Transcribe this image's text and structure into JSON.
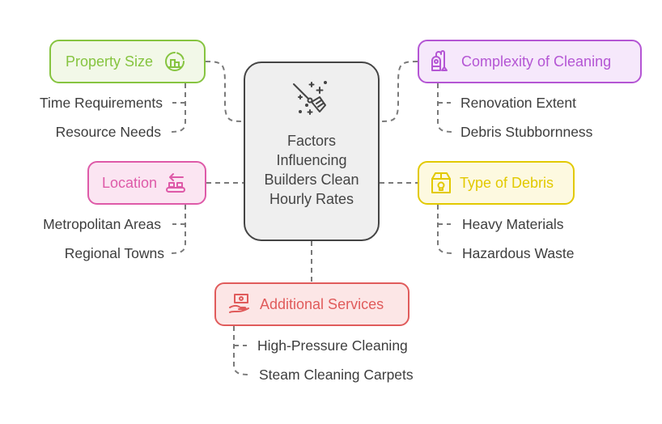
{
  "center": {
    "title": "Factors Influencing Builders Clean Hourly Rates",
    "icon": "broom-sparkles-icon"
  },
  "factors": [
    {
      "id": "property-size",
      "label": "Property Size",
      "icon": "pie-chart-building-icon",
      "color": "#86c440",
      "fill": "#f2f8e8",
      "items": [
        "Time Requirements",
        "Resource Needs"
      ]
    },
    {
      "id": "complexity",
      "label": "Complexity of Cleaning",
      "icon": "vacuum-cleaner-icon",
      "color": "#b455d4",
      "fill": "#f6e8fb",
      "items": [
        "Renovation Extent",
        "Debris Stubbornness"
      ]
    },
    {
      "id": "location",
      "label": "Location",
      "icon": "conveyor-arrow-icon",
      "color": "#de5aa8",
      "fill": "#fbe5f2",
      "items": [
        "Metropolitan Areas",
        "Regional Towns"
      ]
    },
    {
      "id": "debris",
      "label": "Type of Debris",
      "icon": "hazard-box-icon",
      "color": "#e2c900",
      "fill": "#fdf9e0",
      "items": [
        "Heavy Materials",
        "Hazardous Waste"
      ]
    },
    {
      "id": "additional",
      "label": "Additional Services",
      "icon": "money-hand-icon",
      "color": "#e05b5b",
      "fill": "#fce6e6",
      "items": [
        "High-Pressure Cleaning",
        "Steam Cleaning Carpets"
      ]
    }
  ],
  "connector_color": "#7a7a7a"
}
